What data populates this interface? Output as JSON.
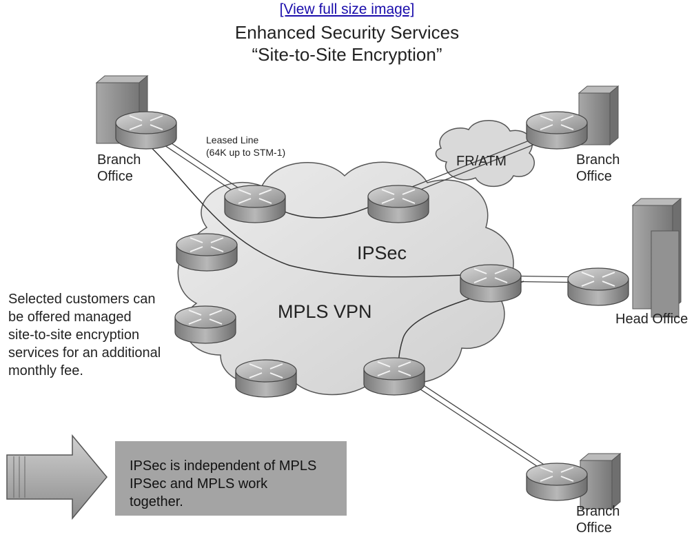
{
  "header": {
    "link_text": "[View full size image]",
    "title_line1": "Enhanced Security Services",
    "title_line2": "“Site-to-Site Encryption”"
  },
  "labels": {
    "branch_office_tl": [
      "Branch",
      "Office"
    ],
    "leased_line": [
      "Leased Line",
      "(64K up to STM-1)"
    ],
    "fr_atm": "FR/ATM",
    "branch_office_tr": [
      "Branch",
      "Office"
    ],
    "ipsec": "IPSec",
    "mpls_vpn": "MPLS VPN",
    "head_office": "Head Office",
    "branch_office_br": [
      "Branch",
      "Office"
    ]
  },
  "side_note": [
    "Selected customers can",
    "be offered managed",
    "site-to-site encryption",
    "services for an additional",
    "monthly fee."
  ],
  "callout": [
    "IPSec is independent of MPLS",
    "IPSec and MPLS work",
    "together."
  ],
  "colors": {
    "cloud": "#dcdcdc",
    "router": "#9a9a9a",
    "building": "#8f8f8f",
    "callout_box": "#a4a4a4"
  }
}
